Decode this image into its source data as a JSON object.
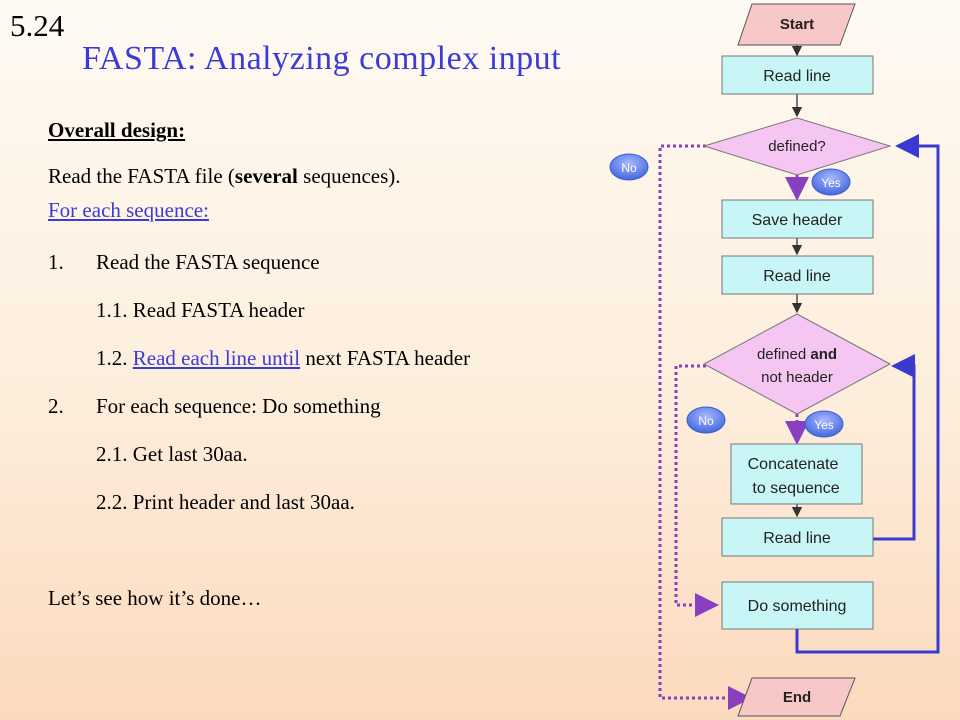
{
  "slide": {
    "number": "5.24",
    "title": "FASTA:  Analyzing complex input",
    "heading": "Overall design:",
    "line1_pre": "Read the FASTA file (",
    "line1_bold": "several",
    "line1_post": " sequences).",
    "for_each": "For each sequence:",
    "step1_num": "1.",
    "step1_text": "Read the FASTA sequence",
    "step1_1": "1.1. Read FASTA header",
    "step1_2_pre": "1.2. ",
    "step1_2_link": "Read each line until",
    "step1_2_post": " next FASTA header",
    "step2_num": "2.",
    "step2_text": "For each sequence: Do something",
    "step2_1": "2.1. Get last 30aa.",
    "step2_2": "2.2.  Print header and last 30aa.",
    "closing": "Let’s see how it’s done…"
  },
  "flow": {
    "start": "Start",
    "read_line": "Read line",
    "defined": "defined?",
    "save_header": "Save header",
    "defined_and_1": "defined ",
    "defined_and_bold": "and",
    "defined_and_2": "not header",
    "concat_1": "Concatenate",
    "concat_2": "to sequence",
    "do_something": "Do something",
    "end": "End",
    "yes": "Yes",
    "no": "No"
  },
  "colors": {
    "title": "#3b3bd6",
    "box_fill": "#c8f5f5",
    "decision_fill": "#f6c6f3",
    "terminal_fill": "#f8c8c8",
    "loop_arrow": "#3a3ad0",
    "no_yes_arrow": "#8a3fc0"
  }
}
